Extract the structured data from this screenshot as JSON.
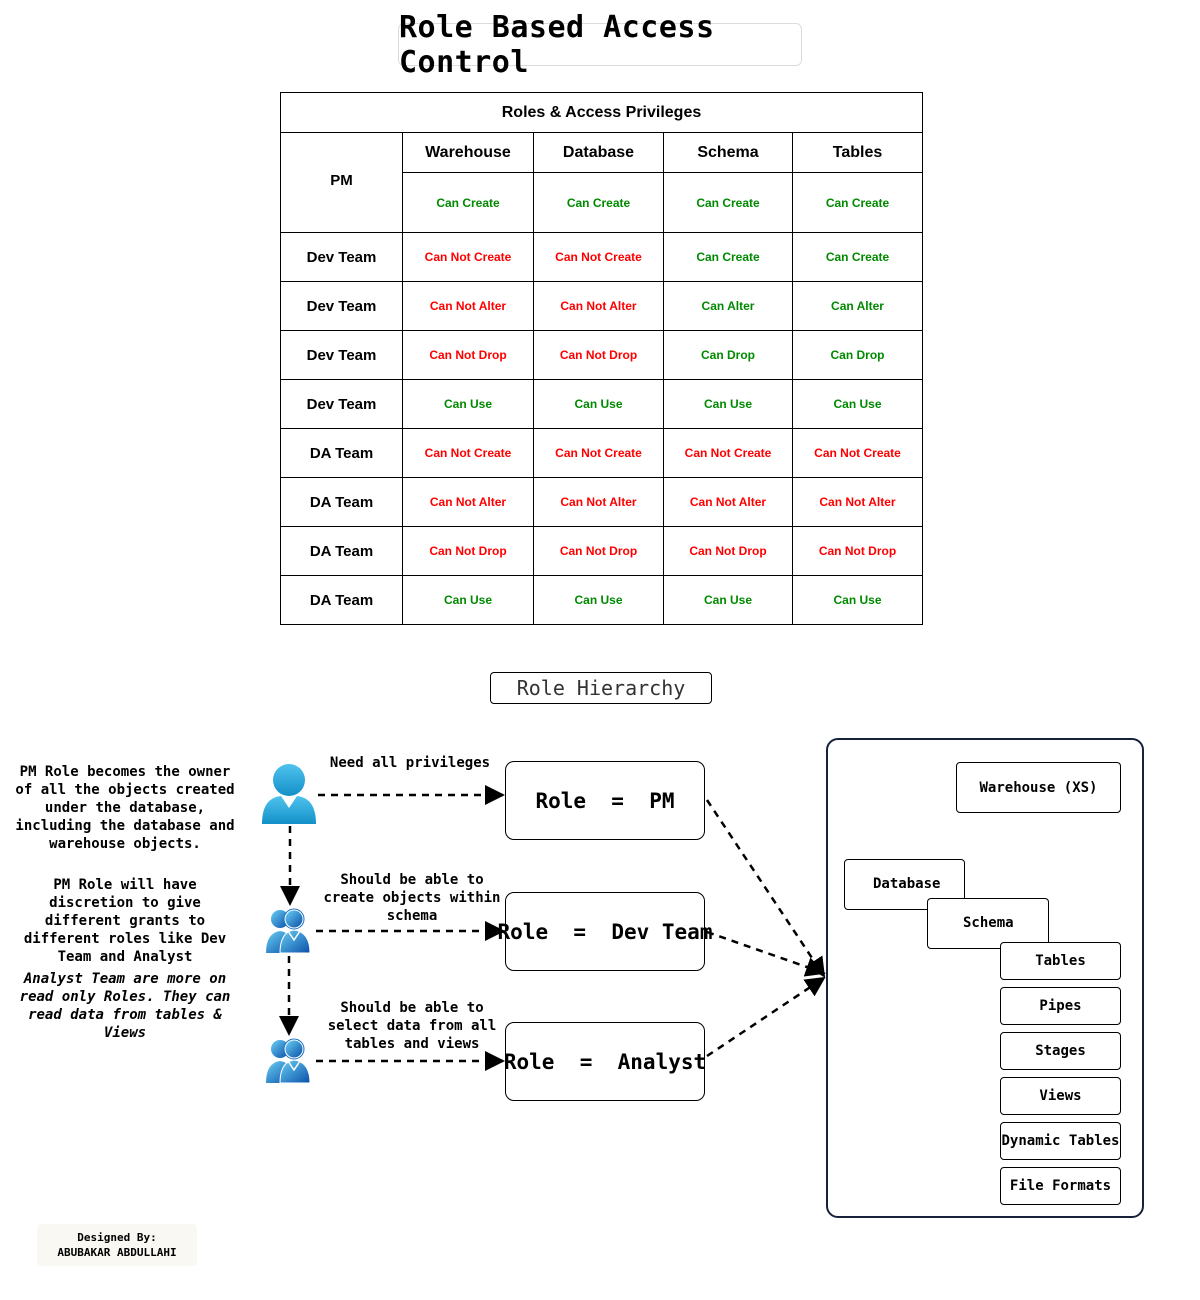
{
  "title": "Role Based Access Control",
  "table": {
    "caption": "Roles & Access Privileges",
    "columns": [
      "Warehouse",
      "Database",
      "Schema",
      "Tables"
    ],
    "rows": [
      {
        "role": "PM",
        "cells": [
          "Can Create",
          "Can Create",
          "Can Create",
          "Can Create"
        ]
      },
      {
        "role": "Dev Team",
        "cells": [
          "Can Not Create",
          "Can Not Create",
          "Can Create",
          "Can Create"
        ]
      },
      {
        "role": "Dev Team",
        "cells": [
          "Can Not Alter",
          "Can Not Alter",
          "Can Alter",
          "Can Alter"
        ]
      },
      {
        "role": "Dev Team",
        "cells": [
          "Can Not Drop",
          "Can Not Drop",
          "Can Drop",
          "Can Drop"
        ]
      },
      {
        "role": "Dev Team",
        "cells": [
          "Can Use",
          "Can Use",
          "Can Use",
          "Can Use"
        ]
      },
      {
        "role": "DA Team",
        "cells": [
          "Can Not Create",
          "Can Not Create",
          "Can Not Create",
          "Can Not Create"
        ]
      },
      {
        "role": "DA Team",
        "cells": [
          "Can Not Alter",
          "Can Not Alter",
          "Can Not Alter",
          "Can Not Alter"
        ]
      },
      {
        "role": "DA Team",
        "cells": [
          "Can Not Drop",
          "Can Not Drop",
          "Can Not Drop",
          "Can Not Drop"
        ]
      },
      {
        "role": "DA Team",
        "cells": [
          "Can Use",
          "Can Use",
          "Can Use",
          "Can Use"
        ]
      }
    ]
  },
  "colors": {
    "allowed": "#008a00",
    "denied": "#ff0000",
    "panel_border": "#16213a",
    "user_icon": "#1fa3d6"
  },
  "hierarchy": {
    "title": "Role Hierarchy",
    "notes": [
      "PM Role becomes the owner of all the objects created under the database, including the database and warehouse objects.",
      "PM Role will have discretion to give different grants to different roles like Dev Team and Analyst",
      "Analyst Team are more on read only Roles. They can read data from tables & Views"
    ],
    "roles": [
      "Role  =  PM",
      "Role  =  Dev Team",
      "Role  =  Analyst"
    ],
    "arrow_labels": [
      "Need all privileges",
      "Should be able to create objects within schema",
      "Should be able to select data from all tables and views"
    ],
    "icons": [
      "user-icon",
      "users-group-icon",
      "users-group-icon"
    ]
  },
  "objects": {
    "warehouse": "Warehouse (XS)",
    "database": "Database",
    "schema": "Schema",
    "items": [
      "Tables",
      "Pipes",
      "Stages",
      "Views",
      "Dynamic Tables",
      "File Formats"
    ]
  },
  "credit": {
    "line1": "Designed By:",
    "line2": "ABUBAKAR ABDULLAHI"
  }
}
